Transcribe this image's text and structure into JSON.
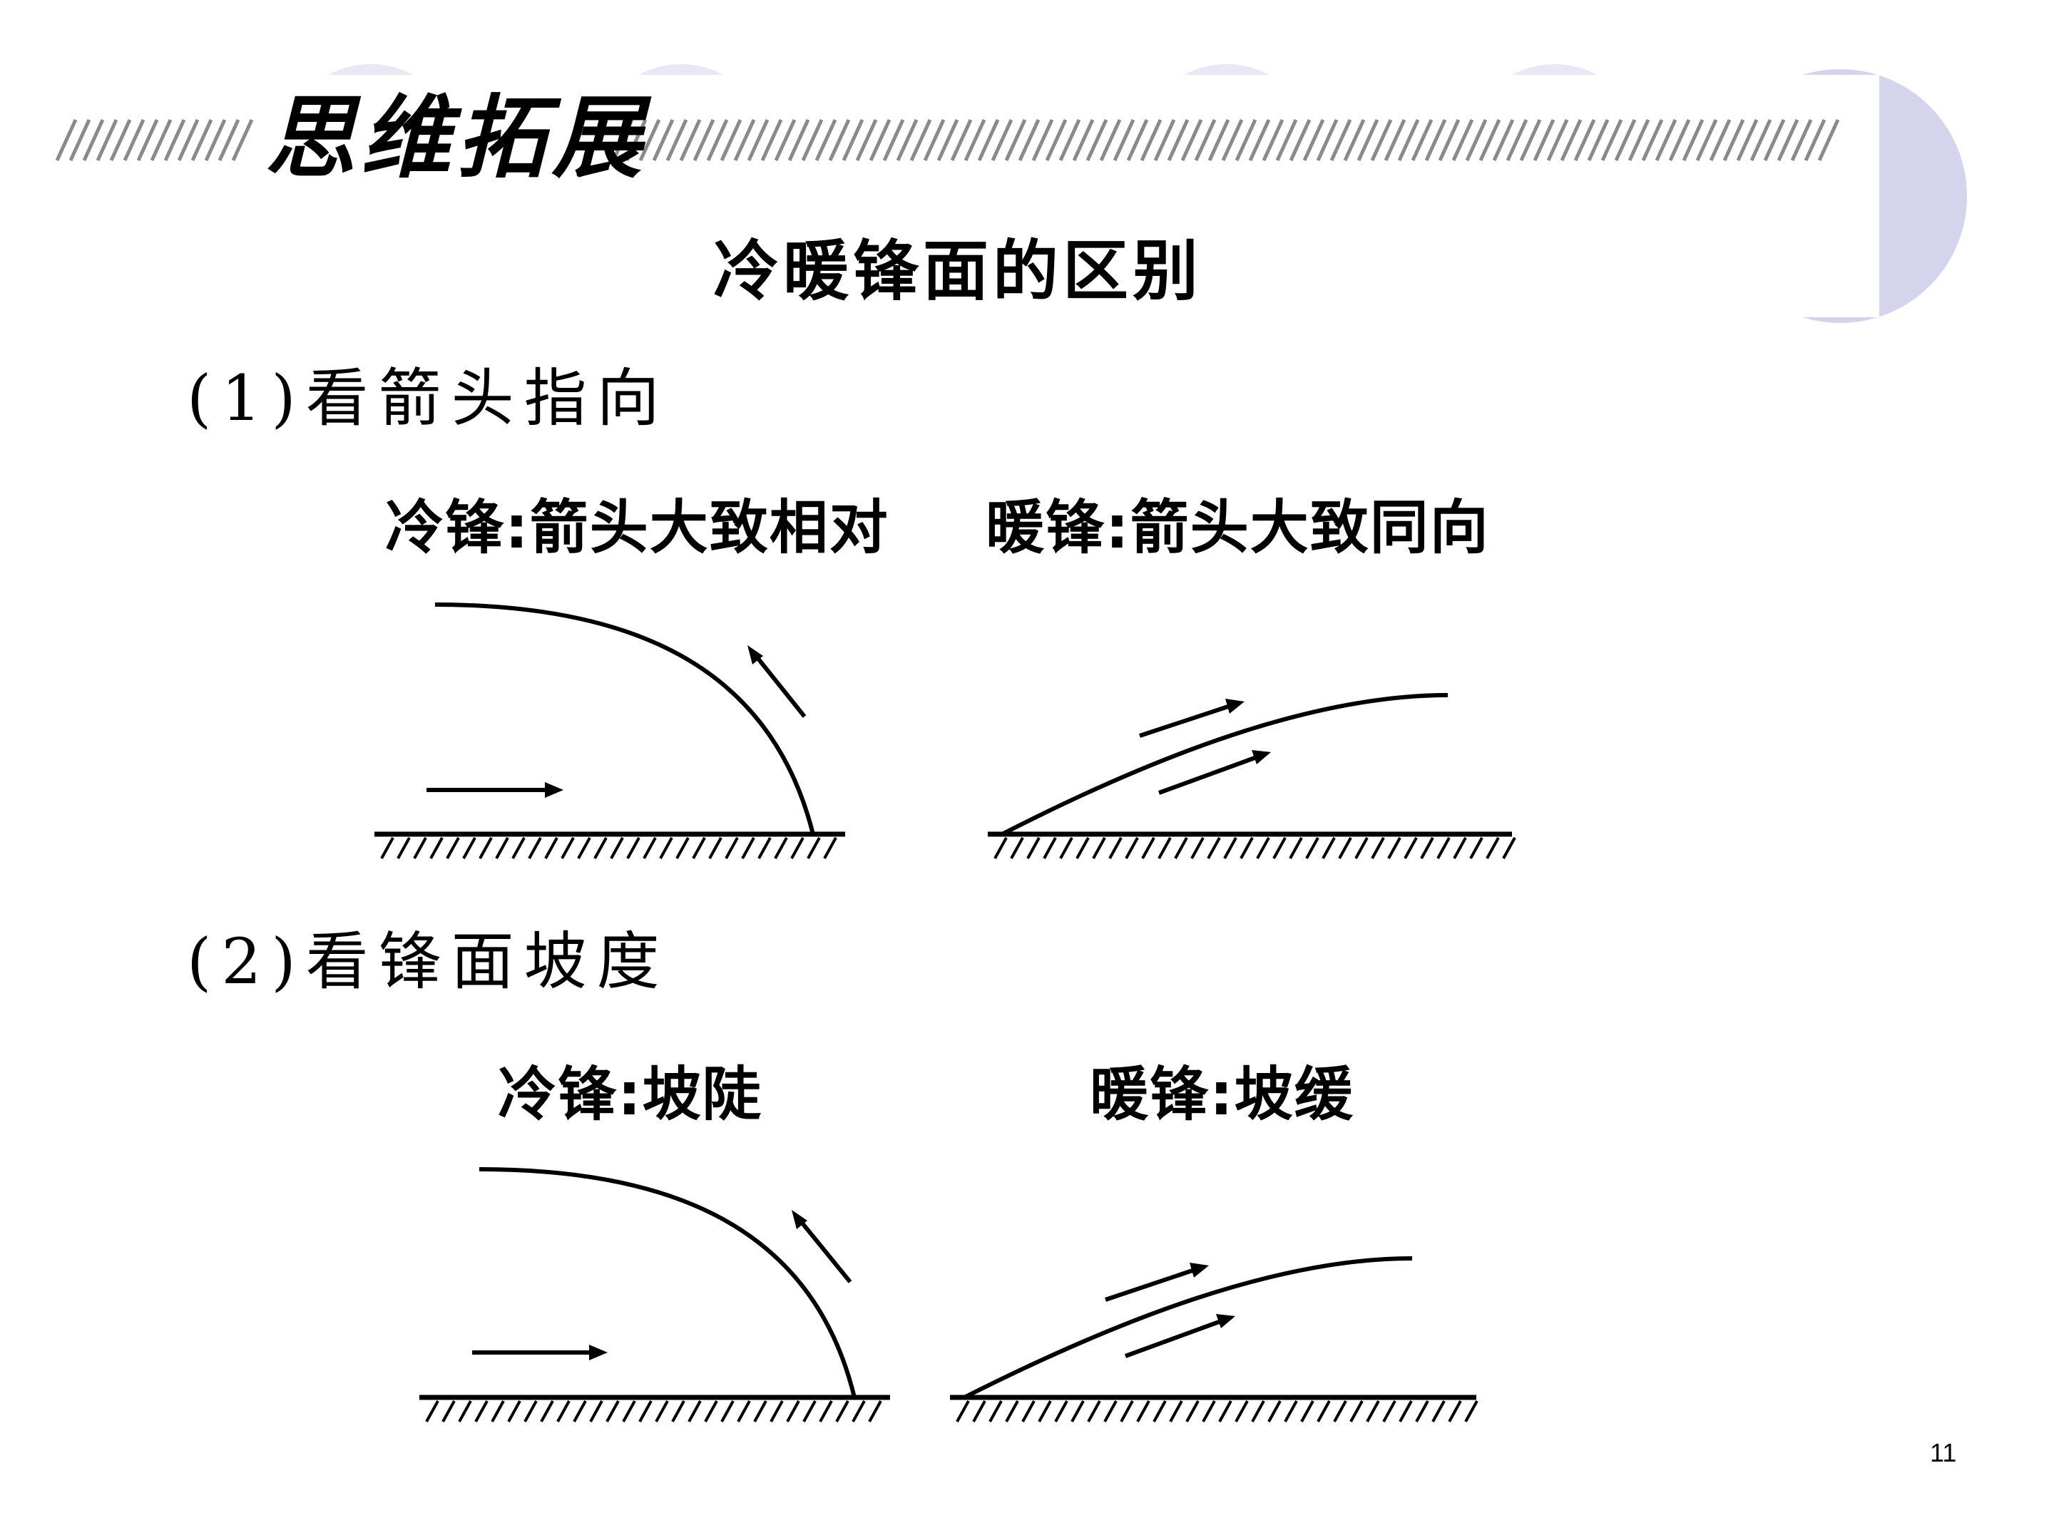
{
  "banner": {
    "title": "思维拓展",
    "circle_color": "#d4d4ec"
  },
  "main_title": "冷暖锋面的区别",
  "sections": [
    {
      "heading": "(1)看箭头指向",
      "cold_label": "冷锋:箭头大致相对",
      "warm_label": "暖锋:箭头大致同向"
    },
    {
      "heading": "(2)看锋面坡度",
      "cold_label": "冷锋:坡陡",
      "warm_label": "暖锋:坡缓"
    }
  ],
  "page_number": "11"
}
